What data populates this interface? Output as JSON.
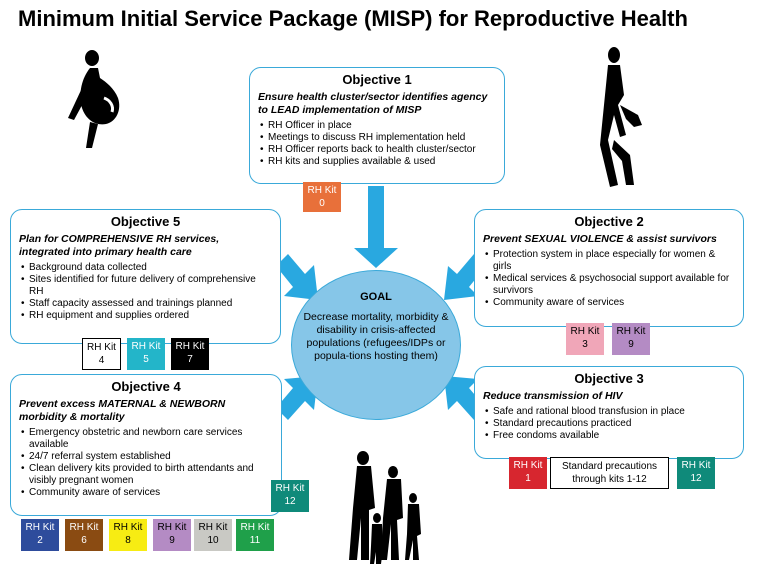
{
  "title": "Minimum Initial Service Package (MISP) for Reproductive Health",
  "colors": {
    "box_border": "#3aa9d9",
    "arrow": "#29a8e0",
    "goal_fill": "#86c6e8"
  },
  "goal": {
    "label": "GOAL",
    "text": "Decrease mortality, morbidity & disability in crisis-affected populations (refugees/IDPs or popula-tions hosting them)"
  },
  "objectives": {
    "o1": {
      "title": "Objective 1",
      "subtitle": "Ensure health cluster/sector identifies agency to LEAD implementation of MISP",
      "items": [
        "RH Officer in place",
        "Meetings to discuss RH implementation held",
        "RH Officer reports back to health cluster/sector",
        "RH kits and supplies available & used"
      ]
    },
    "o2": {
      "title": "Objective 2",
      "subtitle": "Prevent SEXUAL VIOLENCE & assist survivors",
      "items": [
        "Protection system in place especially for women & girls",
        "Medical services & psychosocial support available for survivors",
        "Community aware of services"
      ]
    },
    "o3": {
      "title": "Objective 3",
      "subtitle": "Reduce transmission of HIV",
      "items": [
        "Safe and rational blood transfusion in place",
        "Standard precautions practiced",
        "Free condoms available"
      ]
    },
    "o4": {
      "title": "Objective 4",
      "subtitle": "Prevent excess MATERNAL & NEWBORN morbidity & mortality",
      "items": [
        "Emergency obstetric and newborn care services available",
        "24/7 referral system established",
        "Clean delivery kits provided to birth attendants and visibly pregnant women",
        "Community aware of services"
      ]
    },
    "o5": {
      "title": "Objective 5",
      "subtitle": "Plan for COMPREHENSIVE RH services, integrated into primary health care",
      "items": [
        "Background data collected",
        "Sites identified for future delivery of comprehensive RH",
        "Staff capacity assessed and trainings planned",
        "RH equipment and supplies ordered"
      ]
    }
  },
  "kits": {
    "kit_label": "RH Kit",
    "k0": {
      "num": "0",
      "color": "#e8703a"
    },
    "k1": {
      "num": "1",
      "color": "#d7262f"
    },
    "k2": {
      "num": "2",
      "color": "#2e4c9c"
    },
    "k3": {
      "num": "3",
      "color": "#f0a6b8"
    },
    "k4": {
      "num": "4",
      "color": "#ffffff"
    },
    "k5": {
      "num": "5",
      "color": "#23b5c9"
    },
    "k6": {
      "num": "6",
      "color": "#8a4b12"
    },
    "k7": {
      "num": "7",
      "color": "#000000"
    },
    "k8": {
      "num": "8",
      "color": "#f7ec13"
    },
    "k9a": {
      "num": "9",
      "color": "#b48bc4"
    },
    "k9b": {
      "num": "9",
      "color": "#b48bc4"
    },
    "k10": {
      "num": "10",
      "color": "#c9c9c4"
    },
    "k11": {
      "num": "11",
      "color": "#1fa04a"
    },
    "k12a": {
      "num": "12",
      "color": "#0f8a7a"
    },
    "k12b": {
      "num": "12",
      "color": "#0f8a7a"
    }
  },
  "standard_precautions": "Standard precautions through kits 1-12"
}
